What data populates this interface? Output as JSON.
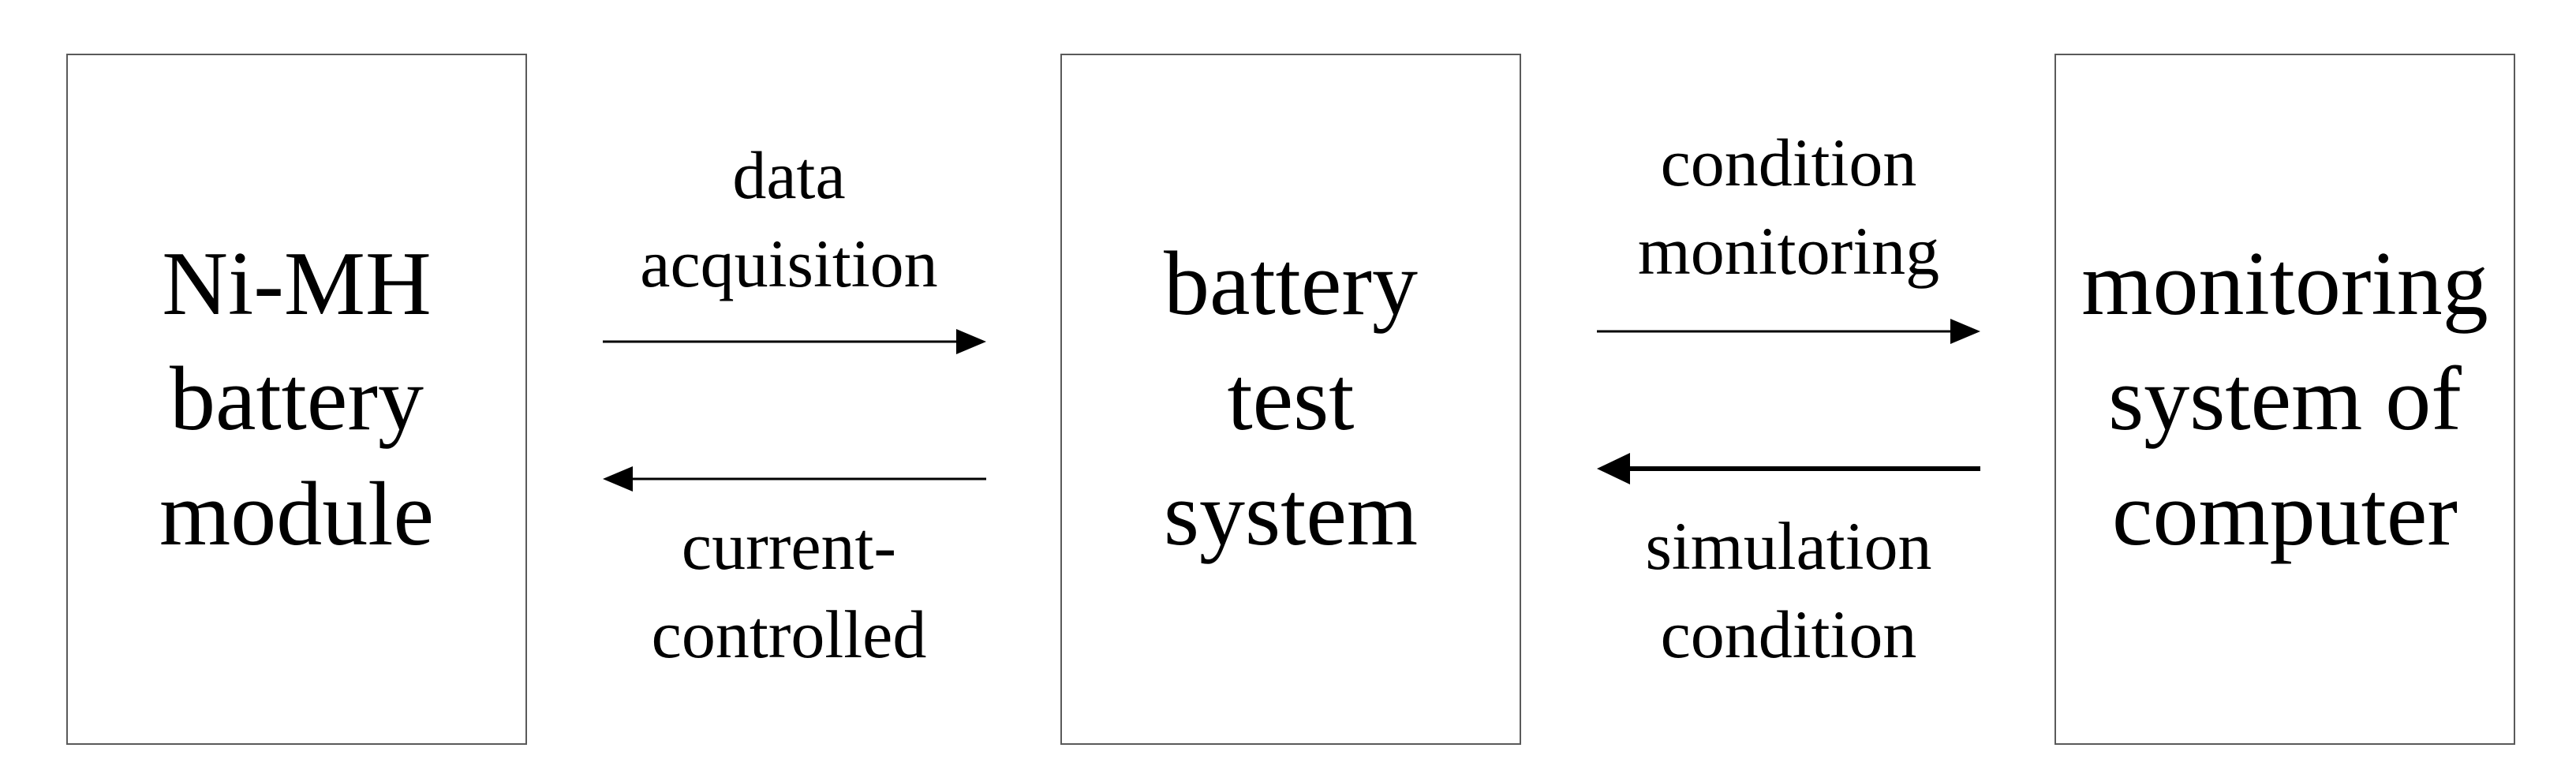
{
  "blocks": {
    "battery_module": "Ni-MH\nbattery\nmodule",
    "test_system": "battery\ntest\nsystem",
    "monitoring_system": "monitoring\nsystem of\ncomputer"
  },
  "links": {
    "data_acquisition": "data\nacquisition",
    "current_controlled": "current-\ncontrolled",
    "condition_monitoring": "condition\nmonitoring",
    "simulation_condition": "simulation\ncondition"
  }
}
